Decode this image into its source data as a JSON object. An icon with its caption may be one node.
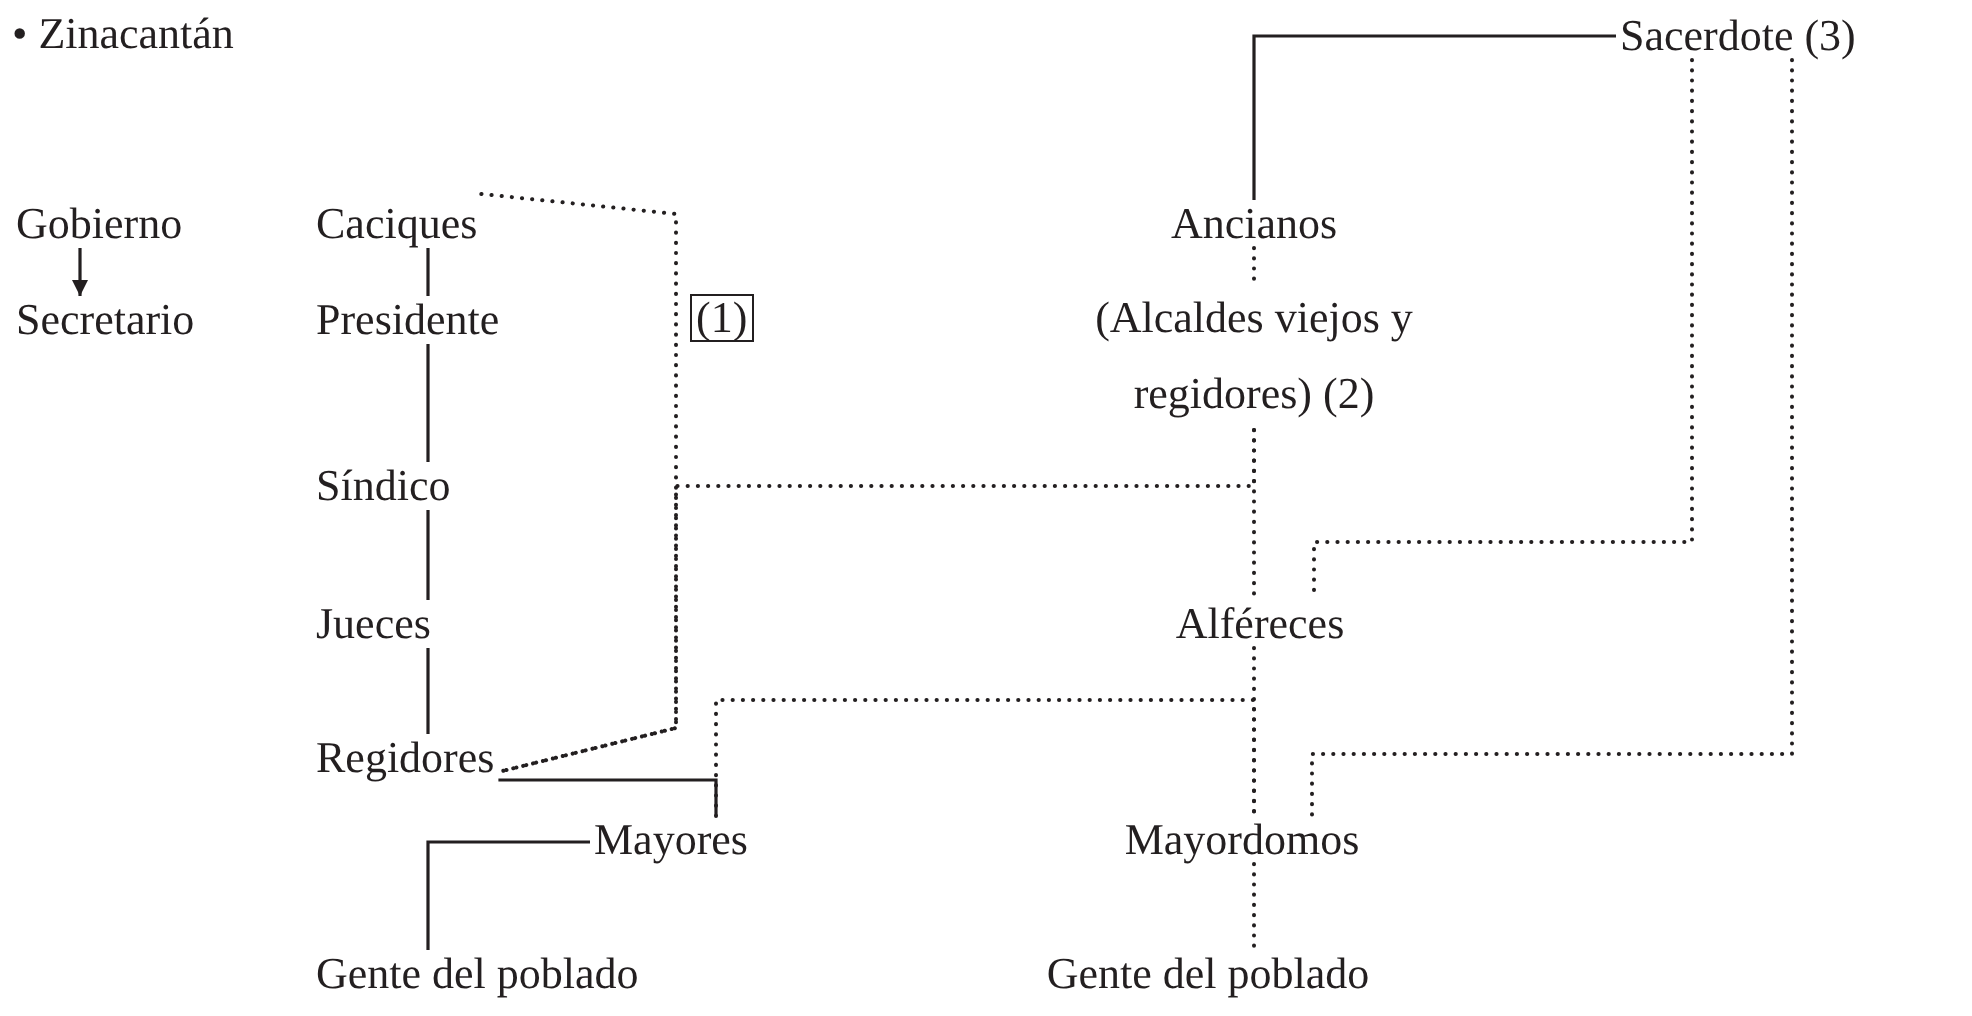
{
  "diagram": {
    "title": "• Zinacantán",
    "nodes": [
      {
        "text": [
          "Gobierno"
        ]
      },
      {
        "text": [
          "Caciques"
        ]
      },
      {
        "text": [
          "Secretario"
        ]
      },
      {
        "text": [
          "Presidente"
        ]
      },
      {
        "text": [
          "(1)"
        ]
      },
      {
        "text": [
          "Ancianos"
        ]
      },
      {
        "text": [
          "(Alcaldes viejos y regidores) (2)"
        ]
      },
      {
        "text": [
          "Sacerdote (3)"
        ]
      },
      {
        "text": [
          "Síndico"
        ]
      },
      {
        "text": [
          "Jueces"
        ]
      },
      {
        "text": [
          "Alféreces"
        ]
      },
      {
        "text": [
          "Regidores"
        ]
      },
      {
        "text": [
          "Mayores"
        ]
      },
      {
        "text": [
          "Mayordomos"
        ]
      },
      {
        "text": [
          "Gente del poblado"
        ]
      },
      {
        "text": [
          "Gente del poblado"
        ]
      }
    ],
    "edges": [
      {
        "from": 0,
        "to": 2,
        "arrow": "to"
      },
      {
        "from": 1,
        "to": 3,
        "arrow": "none"
      },
      {
        "from": 3,
        "to": 8,
        "arrow": "none"
      },
      {
        "from": 8,
        "to": 9,
        "arrow": "none"
      },
      {
        "from": 9,
        "to": 11,
        "arrow": "none"
      },
      {
        "from": 11,
        "to": 12,
        "arrow": "none"
      },
      {
        "from": 12,
        "to": 14,
        "arrow": "none"
      },
      {
        "from": 7,
        "to": 5,
        "arrow": "none"
      },
      {
        "from": 5,
        "to": 6,
        "arrow": "none",
        "style": "dashed"
      },
      {
        "from": 1,
        "to": 11,
        "arrow": "none",
        "style": "dashed"
      },
      {
        "from": 6,
        "to": 11,
        "arrow": "none",
        "style": "dashed"
      },
      {
        "from": 6,
        "to": 10,
        "arrow": "none",
        "style": "dashed"
      },
      {
        "from": 10,
        "to": 13,
        "arrow": "none",
        "style": "dashed"
      },
      {
        "from": 7,
        "to": 10,
        "arrow": "none",
        "style": "dashed"
      },
      {
        "from": 7,
        "to": 13,
        "arrow": "none",
        "style": "dashed"
      },
      {
        "from": 12,
        "to": 13,
        "arrow": "none",
        "style": "dashed"
      },
      {
        "from": 13,
        "to": 15,
        "arrow": "none",
        "style": "dashed"
      }
    ]
  }
}
